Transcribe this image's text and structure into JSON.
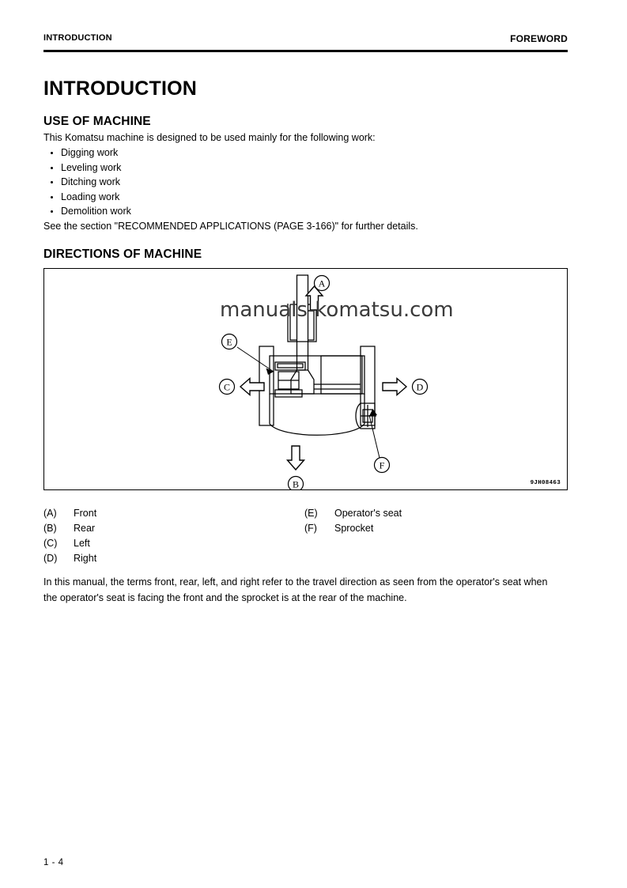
{
  "header": {
    "left_label": "INTRODUCTION",
    "right_label": "FOREWORD"
  },
  "title": "INTRODUCTION",
  "sections": {
    "use_of_machine": {
      "heading": "USE OF MACHINE",
      "intro": "This Komatsu machine is designed to be used mainly for the following work:",
      "items": [
        "Digging work",
        "Leveling work",
        "Ditching work",
        "Loading work",
        "Demolition work"
      ],
      "see_also": "See the section \"RECOMMENDED APPLICATIONS (PAGE 3-166)\" for further details."
    },
    "directions_of_machine": {
      "heading": "DIRECTIONS OF MACHINE",
      "figure": {
        "code": "9JH08463",
        "watermark": "manuals-komatsu.com",
        "callouts": [
          {
            "tag": "A",
            "meaning": "Front",
            "position": "top"
          },
          {
            "tag": "B",
            "meaning": "Rear",
            "position": "bottom"
          },
          {
            "tag": "C",
            "meaning": "Left",
            "position": "left"
          },
          {
            "tag": "D",
            "meaning": "Right",
            "position": "right"
          },
          {
            "tag": "E",
            "meaning": "Operator's seat",
            "position": "upper-left-leader"
          },
          {
            "tag": "F",
            "meaning": "Sprocket",
            "position": "lower-right-leader"
          }
        ]
      },
      "legend_left": [
        {
          "tag": "(A)",
          "label": "Front"
        },
        {
          "tag": "(B)",
          "label": "Rear"
        },
        {
          "tag": "(C)",
          "label": "Left"
        },
        {
          "tag": "(D)",
          "label": "Right"
        }
      ],
      "legend_right": [
        {
          "tag": "(E)",
          "label": "Operator's seat"
        },
        {
          "tag": "(F)",
          "label": "Sprocket"
        }
      ],
      "closing_line_1": "In this manual, the terms front, rear, left, and right refer to the travel direction as seen from the operator's seat when",
      "closing_line_2": "the operator's seat is facing the front and the sprocket is at the rear of the machine."
    }
  },
  "footer": {
    "page_number": "1 - 4"
  }
}
